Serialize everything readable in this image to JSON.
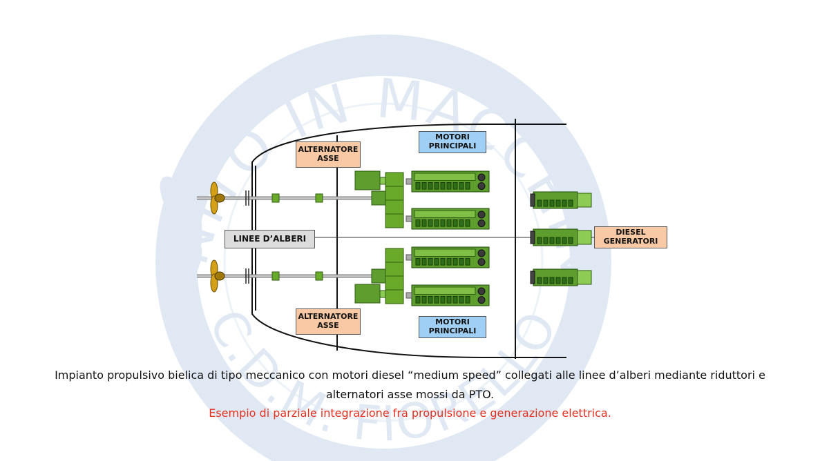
{
  "labels": {
    "alternatore_top": "ALTERNATORE\nASSE",
    "alternatore_bottom": "ALTERNATORE\nASSE",
    "motori_top": "MOTORI\nPRINCIPALI",
    "motori_bottom": "MOTORI\nPRINCIPALI",
    "linee_alberi": "LINEE D’ALBERI",
    "diesel_generatori": "DIESEL\nGENERATORI"
  },
  "caption": {
    "line1": "Impianto propulsivo bielica di tipo meccanico con motori diesel “medium speed” collegati alle linee d’alberi mediante riduttori e",
    "line2": "alternatori asse mossi da PTO.",
    "line3": "Esempio di parziale integrazione fra propulsione e generazione elettrica."
  },
  "watermark": {
    "top_text": "FINITO IN MACCHINA",
    "bottom_text": "C.D.M. FIORELLO"
  },
  "colors": {
    "orange_box": "#f8c9a4",
    "blue_box": "#9fcff5",
    "grey_box": "#dcdcdc",
    "engine_green": "#5e9e2f",
    "caption_red": "#e2301f",
    "watermark_blue": "#c7d8ea"
  }
}
